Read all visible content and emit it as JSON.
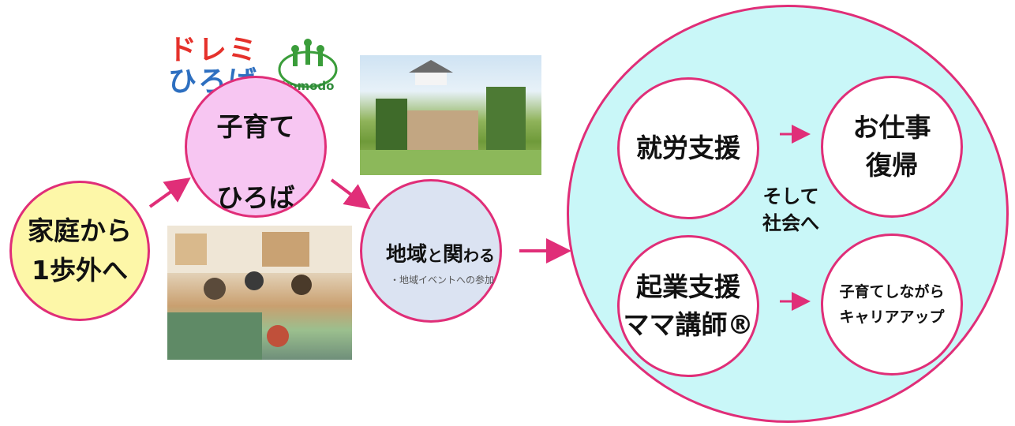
{
  "nodes": {
    "home": {
      "line1": "家庭から",
      "line2": "1歩外へ"
    },
    "hiroba": {
      "line1": "子育て",
      "line2": "ひろば"
    },
    "community": {
      "title_a": "地域",
      "title_b": "と",
      "title_c": "関",
      "title_d": "わる",
      "sub": "・地域イベントへの参加"
    },
    "work_support": {
      "line1": "就労支援"
    },
    "job_return": {
      "line1": "お仕事",
      "line2": "復帰"
    },
    "startup": {
      "line1": "起業支援",
      "line2": "ママ講師®"
    },
    "career": {
      "line1": "子育てしながら",
      "line2": "キャリアアップ"
    },
    "society": {
      "line1": "そして",
      "line2": "社会へ"
    }
  },
  "logos": {
    "doremi": {
      "line1": "ドレミ",
      "line2": "ひろば"
    },
    "komodo": {
      "name": "komodo"
    }
  },
  "colors": {
    "accent": "#e02e78",
    "home_fill": "#fdf7a8",
    "hiroba_fill": "#f7c6f2",
    "community_fill": "#dbe3f2",
    "outer_fill": "#c9f7f8"
  }
}
